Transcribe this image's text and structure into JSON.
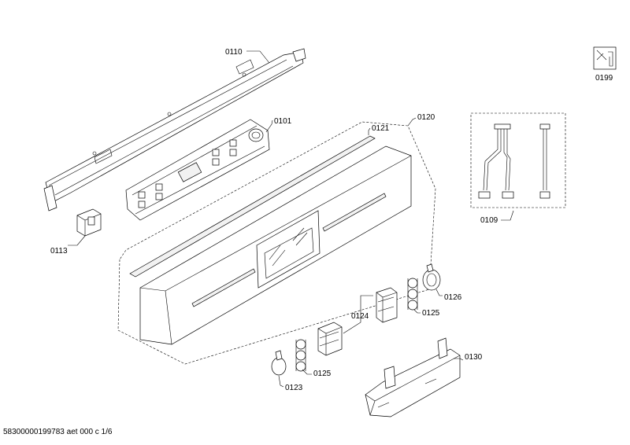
{
  "labels": {
    "p0110": "0110",
    "p0101": "0101",
    "p0121": "0121",
    "p0120": "0120",
    "p0199": "0199",
    "p0109": "0109",
    "p0113": "0113",
    "p0126": "0126",
    "p0124": "0124",
    "p0125a": "0125",
    "p0125b": "0125",
    "p0130": "0130",
    "p0123": "0123"
  },
  "footer": "58300000199783 aet 000 c 1/6"
}
